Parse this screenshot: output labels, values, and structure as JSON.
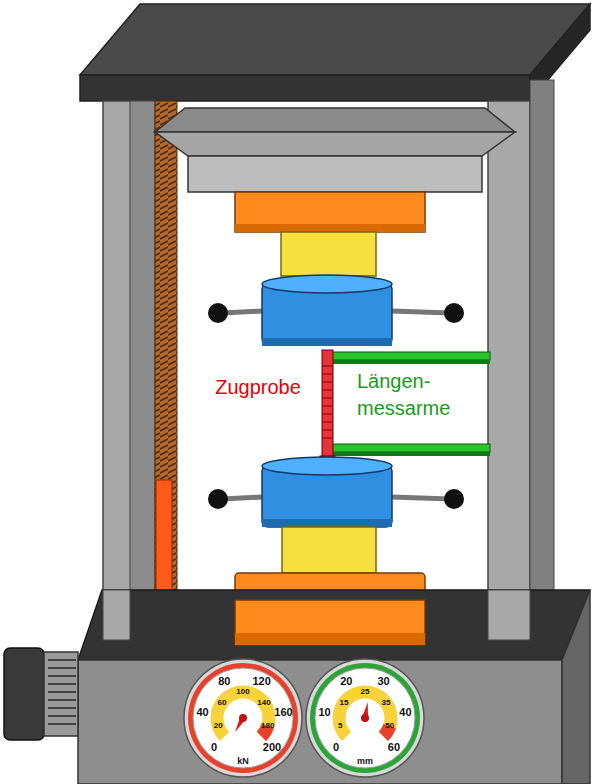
{
  "diagram": {
    "labels": [
      "Zugprobe",
      "Längen- messarme",
      "80",
      "120",
      "40",
      "160",
      "0",
      "200",
      "kN",
      "100",
      "60",
      "140",
      "20",
      "180",
      "20",
      "30",
      "10",
      "40",
      "0",
      "mm",
      "60",
      "15",
      "25",
      "5",
      "35",
      "50"
    ]
  }
}
